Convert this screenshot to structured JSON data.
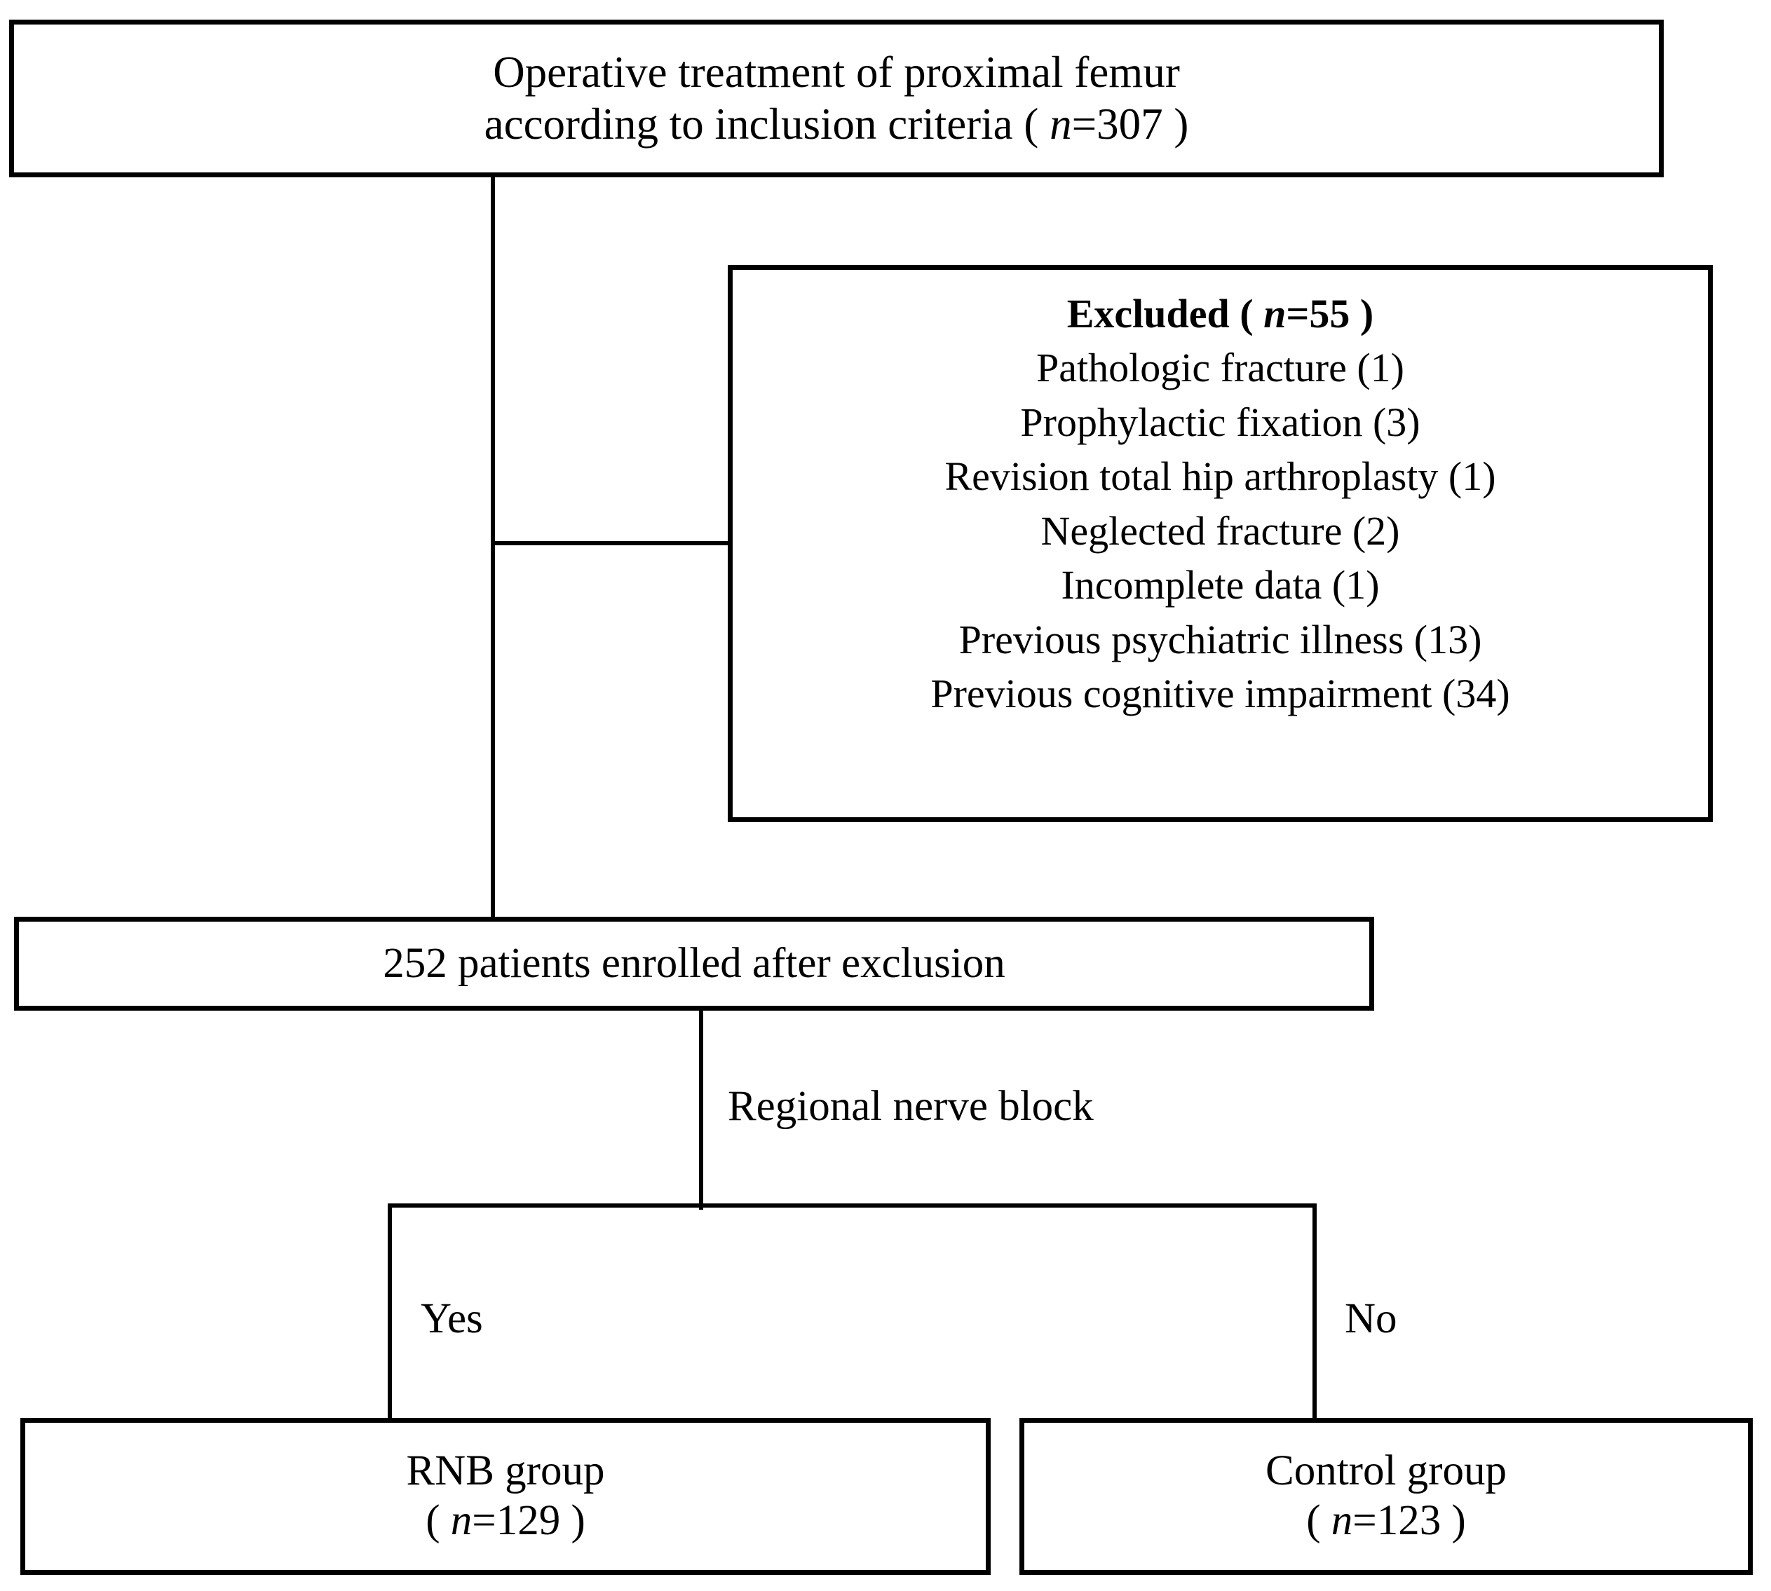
{
  "diagram": {
    "title": "Patient enrollment flow diagram",
    "type": "flowchart",
    "colors": {
      "background": "#ffffff",
      "stroke": "#000000",
      "text": "#000000"
    }
  },
  "nodes": {
    "enrollment_source": {
      "id": "operative-treatment",
      "line1": "Operative treatment of proximal femur",
      "line2_prefix": "according to inclusion criteria ( ",
      "line2_n": "n",
      "line2_suffix": "=307 )",
      "count": 307
    },
    "excluded": {
      "id": "excluded",
      "heading_prefix": "Excluded ( ",
      "heading_n": "n",
      "heading_suffix": "=55 )",
      "count": 55,
      "reasons": [
        {
          "label": "Pathologic fracture (1)",
          "reason": "Pathologic fracture",
          "count": 1
        },
        {
          "label": "Prophylactic fixation (3)",
          "reason": "Prophylactic fixation",
          "count": 3
        },
        {
          "label": "Revision total hip arthroplasty (1)",
          "reason": "Revision total hip arthroplasty",
          "count": 1
        },
        {
          "label": "Neglected fracture (2)",
          "reason": "Neglected fracture",
          "count": 2
        },
        {
          "label": "Incomplete data (1)",
          "reason": "Incomplete data",
          "count": 1
        },
        {
          "label": "Previous psychiatric illness (13)",
          "reason": "Previous psychiatric illness",
          "count": 13
        },
        {
          "label": "Previous cognitive impairment (34)",
          "reason": "Previous cognitive impairment",
          "count": 34
        }
      ]
    },
    "enrolled": {
      "id": "enrolled",
      "label": "252 patients enrolled after exclusion",
      "count": 252
    },
    "rnb_group": {
      "id": "rnb-group",
      "line1": "RNB group",
      "line2_prefix": "( ",
      "line2_n": "n",
      "line2_suffix": "=129 )",
      "count": 129
    },
    "control_group": {
      "id": "control-group",
      "line1": "Control group",
      "line2_prefix": "( ",
      "line2_n": "n",
      "line2_suffix": "=123 )",
      "count": 123
    }
  },
  "edges": {
    "decision_label": "Regional nerve block",
    "branch_yes": "Yes",
    "branch_no": "No"
  }
}
